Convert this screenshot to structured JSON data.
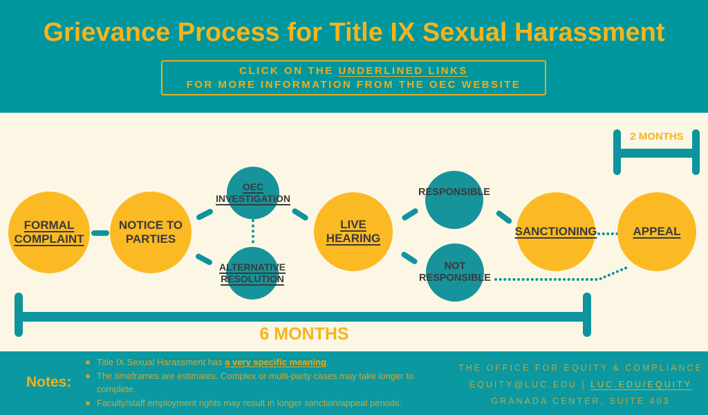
{
  "colors": {
    "teal": "#00969E",
    "teal_circle": "#17939B",
    "cream": "#FCF7E5",
    "yellow": "#FBBA24",
    "title_yellow": "#F5B41D",
    "dark_text": "#3A3A3A",
    "footer_gold": "#C8A93F",
    "footer_link_gold": "#F0A713"
  },
  "header": {
    "title": "Grievance Process for Title IX Sexual Harassment",
    "info_line1_prefix": "CLICK ON THE ",
    "info_line1_underlined": "UNDERLINED LINKS",
    "info_line2": "FOR MORE INFORMATION FROM THE OEC WEBSITE"
  },
  "flowchart": {
    "nodes": {
      "formal_complaint": {
        "label": "FORMAL\nCOMPLAINT",
        "underlined_link": true
      },
      "notice_to_parties": {
        "label": "NOTICE TO\nPARTIES",
        "underlined_link": false
      },
      "oec_investigation": {
        "label": "OEC\nINVESTIGATION",
        "underlined_link": true
      },
      "alternative_resolution": {
        "label": "ALTERNATIVE\nRESOLUTION",
        "underlined_link": true
      },
      "live_hearing": {
        "label": "LIVE\nHEARING",
        "underlined_link": true
      },
      "responsible": {
        "label": "RESPONSIBLE",
        "underlined_link": false
      },
      "not_responsible": {
        "label": "NOT\nRESPONSIBLE",
        "underlined_link": false
      },
      "sanctioning": {
        "label": "SANCTIONING",
        "underlined_link": true
      },
      "appeal": {
        "label": "APPEAL",
        "underlined_link": true
      }
    },
    "timeline_bottom_label": "6 MONTHS",
    "timeline_top_right_label": "2 MONTHS"
  },
  "footer": {
    "notes_label": "Notes:",
    "bullets": {
      "b1_prefix": "Title IX Sexual Harassment has ",
      "b1_link": "a very specific meaning",
      "b1_suffix": ".",
      "b2": "The timeframes are estimates. Complex or multi-party cases may take longer to complete.",
      "b3": "Faculty/staff employment rights may result in longer sanction/appeal periods."
    },
    "office": {
      "line1": "THE OFFICE FOR EQUITY & COMPLIANCE",
      "line2_prefix": "EQUITY@LUC.EDU | ",
      "line2_link": "LUC.EDU/EQUITY",
      "line3": "GRANADA CENTER, SUITE 403"
    }
  }
}
